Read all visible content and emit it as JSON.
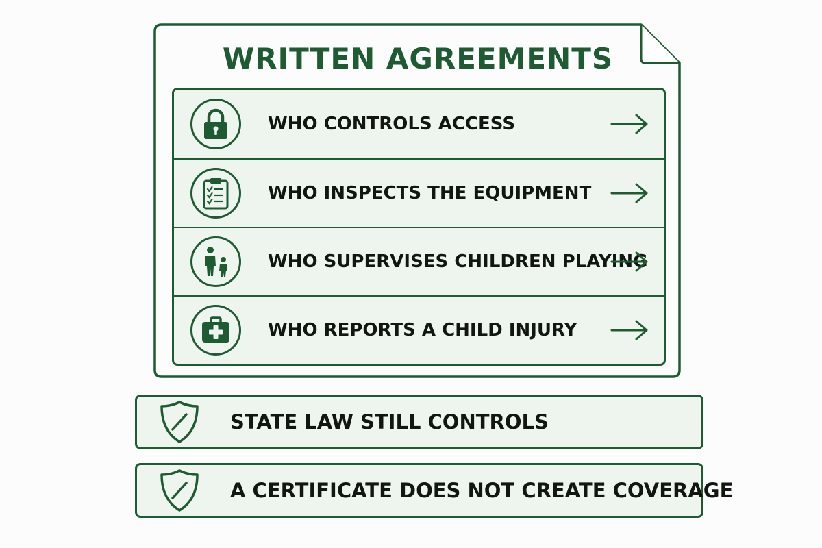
{
  "document": {
    "title": "WRITTEN AGREEMENTS",
    "items": [
      {
        "label": "WHO CONTROLS ACCESS",
        "icon": "padlock-icon"
      },
      {
        "label": "WHO INSPECTS THE EQUIPMENT",
        "icon": "clipboard-checklist-icon"
      },
      {
        "label": "WHO SUPERVISES CHILDREN PLAYING",
        "icon": "adult-and-child-icon"
      },
      {
        "label": "WHO REPORTS A CHILD INJURY",
        "icon": "first-aid-kit-icon"
      }
    ]
  },
  "notes": [
    {
      "label": "STATE LAW STILL CONTROLS",
      "icon": "shield-icon"
    },
    {
      "label": "A CERTIFICATE DOES NOT CREATE COVERAGE",
      "icon": "shield-icon"
    }
  ],
  "colors": {
    "accent": "#1e5a32",
    "panel_fill": "#eef5ee",
    "text": "#111611",
    "background": "#fbfcfb"
  }
}
